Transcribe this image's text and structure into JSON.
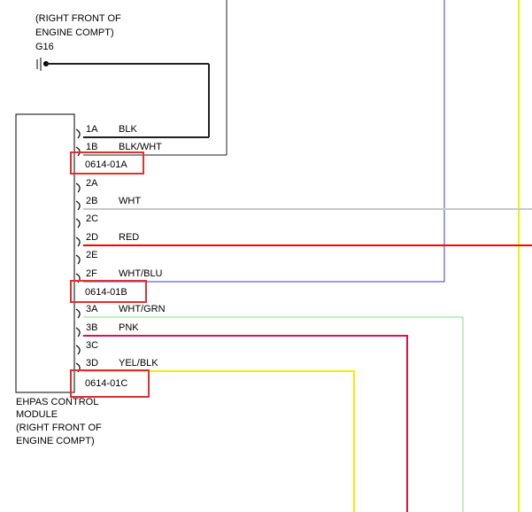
{
  "ground": {
    "lines": [
      "(RIGHT FRONT OF",
      "ENGINE COMPT)",
      "G16"
    ]
  },
  "module": {
    "lines": [
      "EHPAS CONTROL",
      "MODULE",
      "(RIGHT FRONT OF",
      "ENGINE COMPT)"
    ]
  },
  "connectors": [
    {
      "id": "0614-01A"
    },
    {
      "id": "0614-01B"
    },
    {
      "id": "0614-01C"
    }
  ],
  "pins": [
    {
      "pin": "1A",
      "wire": "BLK",
      "color": "#202020"
    },
    {
      "pin": "1B",
      "wire": "BLK/WHT",
      "color": "#202020"
    },
    {
      "pin": "2A",
      "wire": "",
      "color": ""
    },
    {
      "pin": "2B",
      "wire": "WHT",
      "color": "#c8c8c8"
    },
    {
      "pin": "2C",
      "wire": "",
      "color": ""
    },
    {
      "pin": "2D",
      "wire": "RED",
      "color": "#ff0000"
    },
    {
      "pin": "2E",
      "wire": "",
      "color": ""
    },
    {
      "pin": "2F",
      "wire": "WHT/BLU",
      "color": "#3a3ad0"
    },
    {
      "pin": "3A",
      "wire": "WHT/GRN",
      "color": "#80e080"
    },
    {
      "pin": "3B",
      "wire": "PNK",
      "color": "#e0104a"
    },
    {
      "pin": "3C",
      "wire": "",
      "color": ""
    },
    {
      "pin": "3D",
      "wire": "YEL/BLK",
      "color": "#f0f000"
    }
  ],
  "highlight_color": "#e03030"
}
